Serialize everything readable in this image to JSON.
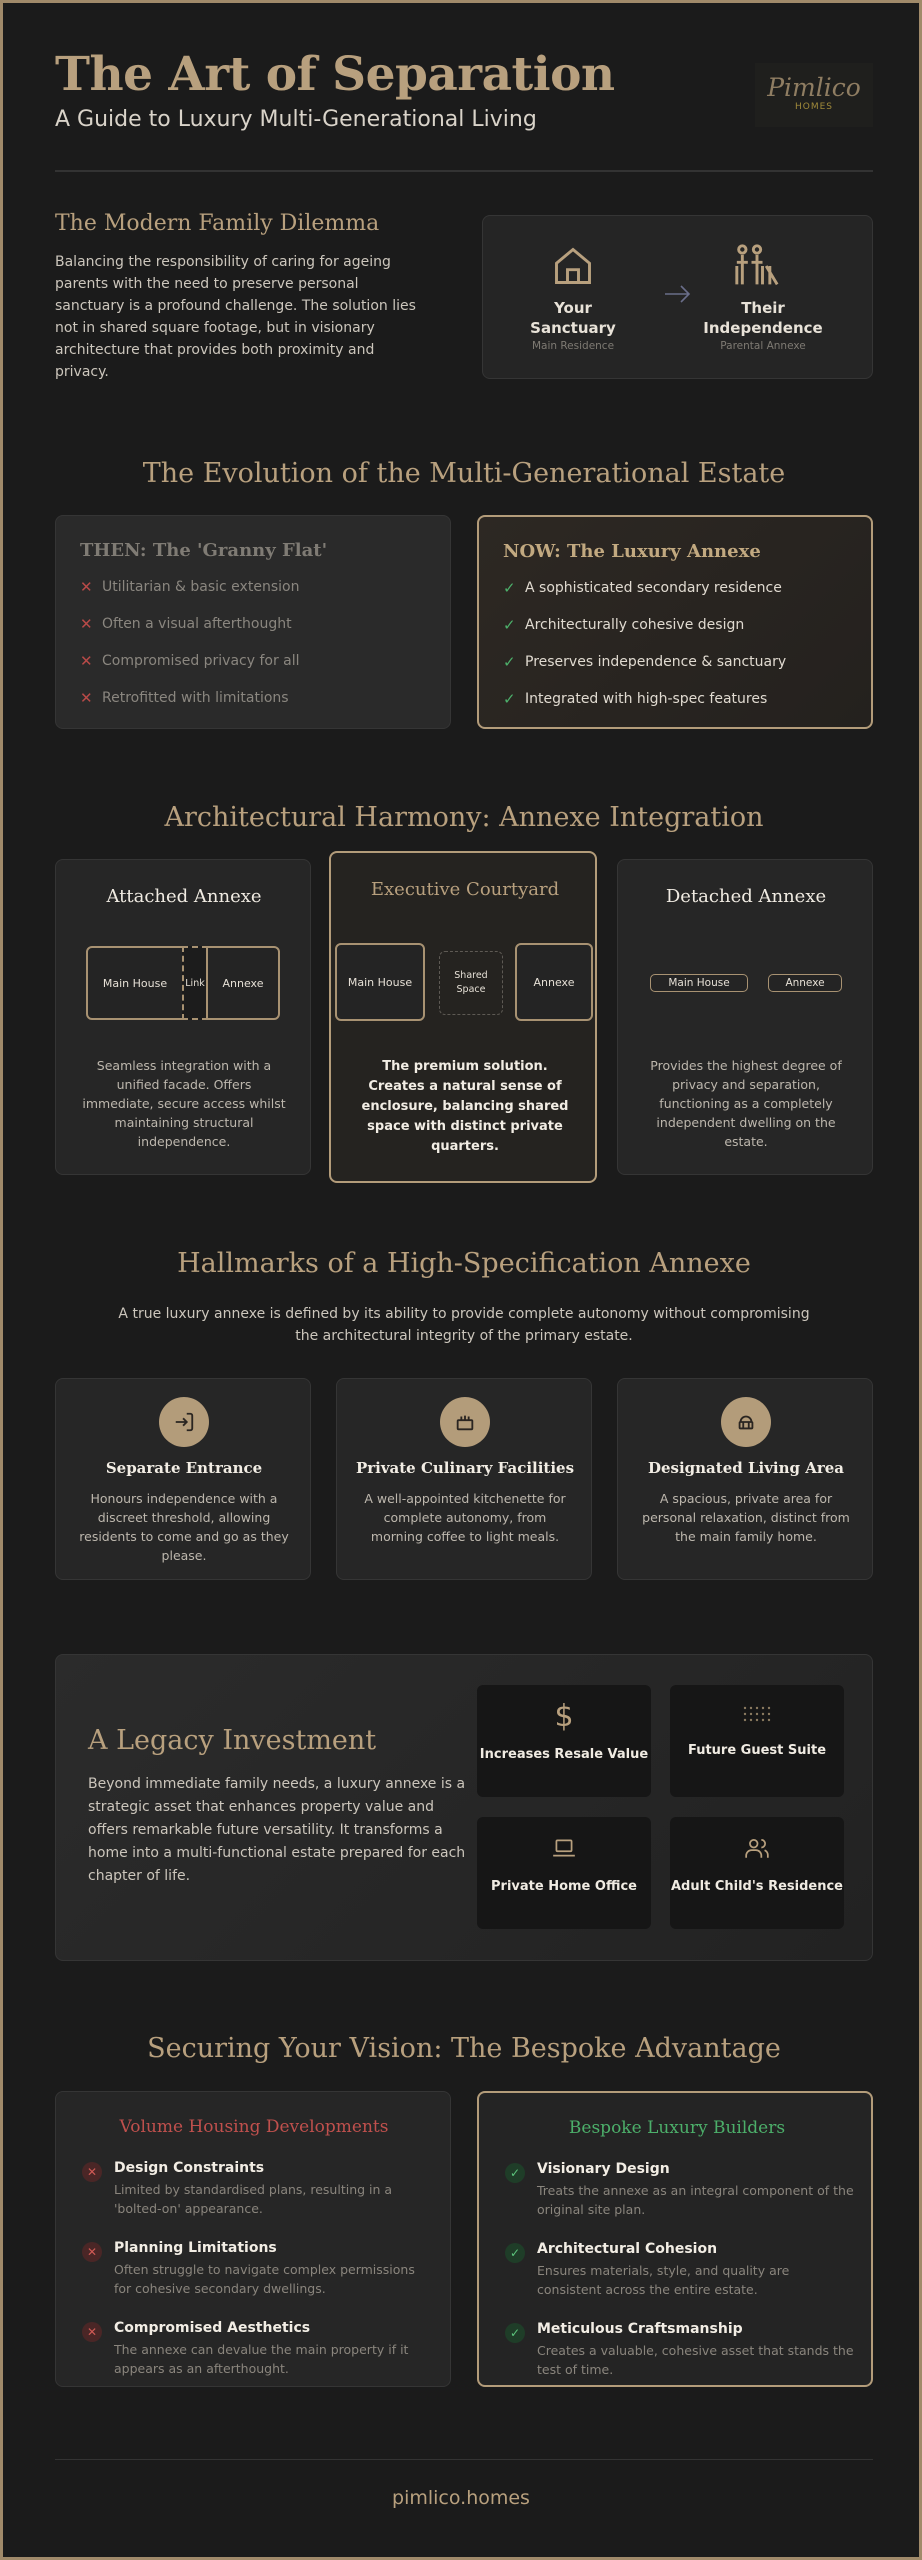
{
  "header": {
    "title": "The Art of Separation",
    "subtitle": "A Guide to Luxury Multi-Generational Living",
    "logo_name": "Pimlico",
    "logo_sub": "HOMES"
  },
  "dilemma": {
    "title": "The Modern Family Dilemma",
    "body": "Balancing the responsibility of caring for ageing parents with the need to preserve personal sanctuary is a profound challenge. The solution lies not in shared square footage, but in visionary architecture that provides both proximity and privacy.",
    "left_label": "Your Sanctuary",
    "left_sub": "Main Residence",
    "right_label": "Their Independence",
    "right_sub": "Parental Annexe"
  },
  "evolution": {
    "title": "The Evolution of the Multi-Generational Estate",
    "then_title": "THEN: The 'Granny Flat'",
    "then_items": [
      "Utilitarian & basic extension",
      "Often a visual afterthought",
      "Compromised privacy for all",
      "Retrofitted with limitations"
    ],
    "now_title": "NOW: The Luxury Annexe",
    "now_items": [
      "A sophisticated secondary residence",
      "Architecturally cohesive design",
      "Preserves independence & sanctuary",
      "Integrated with high-spec features"
    ]
  },
  "harmony": {
    "title": "Architectural Harmony: Annexe Integration",
    "attached": {
      "title": "Attached Annexe",
      "main": "Main House",
      "link": "Link",
      "annexe": "Annexe",
      "desc": "Seamless integration with a unified facade. Offers immediate, secure access whilst maintaining structural independence."
    },
    "courtyard": {
      "title": "Executive Courtyard",
      "main": "Main House",
      "shared": "Shared Space",
      "annexe": "Annexe",
      "desc": "The premium solution. Creates a natural sense of enclosure, balancing shared space with distinct private quarters."
    },
    "detached": {
      "title": "Detached Annexe",
      "main": "Main House",
      "annexe": "Annexe",
      "desc": "Provides the highest degree of privacy and separation, functioning as a completely independent dwelling on the estate."
    }
  },
  "hallmarks": {
    "title": "Hallmarks of a High-Specification Annexe",
    "intro": "A true luxury annexe is defined by its ability to provide complete autonomy without compromising the architectural integrity of the primary estate.",
    "items": [
      {
        "title": "Separate Entrance",
        "desc": "Honours independence with a discreet threshold, allowing residents to come and go as they please.",
        "icon": "entrance-icon"
      },
      {
        "title": "Private Culinary Facilities",
        "desc": "A well-appointed kitchenette for complete autonomy, from morning coffee to light meals.",
        "icon": "kitchen-icon"
      },
      {
        "title": "Designated Living Area",
        "desc": "A spacious, private area for personal relaxation, distinct from the main family home.",
        "icon": "living-icon"
      }
    ]
  },
  "legacy": {
    "title": "A Legacy Investment",
    "body": "Beyond immediate family needs, a luxury annexe is a strategic asset that enhances property value and offers remarkable future versatility. It transforms a home into a multi-functional estate prepared for each chapter of life.",
    "tiles": [
      {
        "label": "Increases Resale Value",
        "icon": "dollar-icon"
      },
      {
        "label": "Future Guest Suite",
        "icon": "grid-icon"
      },
      {
        "label": "Private Home Office",
        "icon": "laptop-icon"
      },
      {
        "label": "Adult Child's Residence",
        "icon": "users-icon"
      }
    ]
  },
  "vision": {
    "title": "Securing Your Vision: The Bespoke Advantage",
    "volume_title": "Volume Housing Developments",
    "volume_items": [
      {
        "title": "Design Constraints",
        "desc": "Limited by standardised plans, resulting in a 'bolted-on' appearance."
      },
      {
        "title": "Planning Limitations",
        "desc": "Often struggle to navigate complex permissions for cohesive secondary dwellings."
      },
      {
        "title": "Compromised Aesthetics",
        "desc": "The annexe can devalue the main property if it appears as an afterthought."
      }
    ],
    "bespoke_title": "Bespoke Luxury Builders",
    "bespoke_items": [
      {
        "title": "Visionary Design",
        "desc": "Treats the annexe as an integral component of the original site plan."
      },
      {
        "title": "Architectural Cohesion",
        "desc": "Ensures materials, style, and quality are consistent across the entire estate."
      },
      {
        "title": "Meticulous Craftsmanship",
        "desc": "Creates a valuable, cohesive asset that stands the test of time."
      }
    ]
  },
  "footer": {
    "url": "pimlico.homes"
  },
  "colors": {
    "gold": "#b8a07e",
    "red": "#c0504d",
    "green": "#4caf6a",
    "bg": "#1b1b1b"
  }
}
